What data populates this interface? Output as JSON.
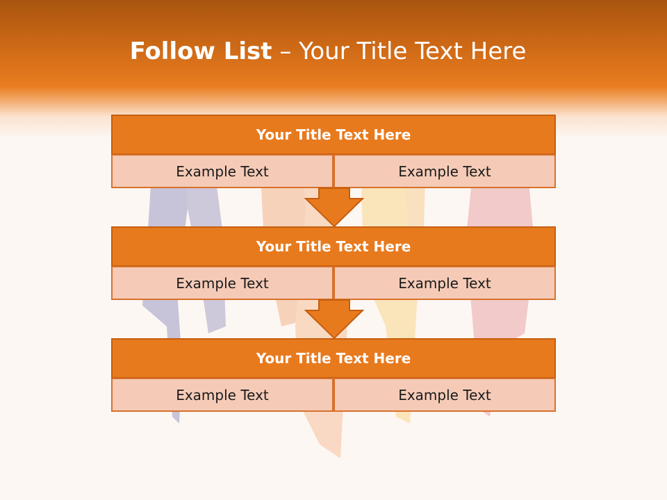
{
  "slide": {
    "title_bold": "Follow List",
    "title_rest": " – Your Title Text Here"
  },
  "steps": [
    {
      "title": "Your Title Text Here",
      "left_text": "Example Text",
      "right_text": "Example Text"
    },
    {
      "title": "Your Title Text Here",
      "left_text": "Example Text",
      "right_text": "Example Text"
    },
    {
      "title": "Your Title Text Here",
      "left_text": "Example Text",
      "right_text": "Example Text"
    }
  ],
  "colors": {
    "accent": "#e87a1e",
    "accent_border": "#c55e0f",
    "cell_fill": "#f5cbb7",
    "background": "#fdf7f3"
  },
  "icons": [
    "down-arrow-icon"
  ]
}
